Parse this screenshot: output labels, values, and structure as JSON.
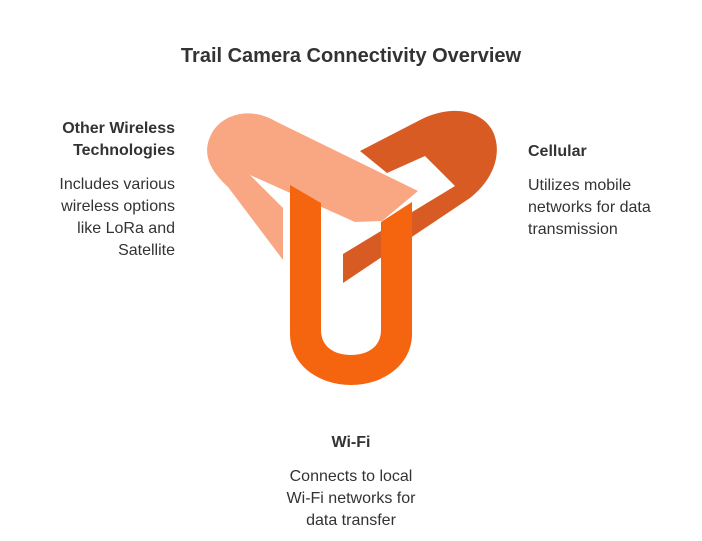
{
  "title": "Trail Camera Connectivity Overview",
  "colors": {
    "other_wireless": "#F9A783",
    "cellular": "#D85B23",
    "wifi": "#F5650F"
  },
  "segments": {
    "other_wireless": {
      "heading_lines": [
        "Other Wireless",
        "Technologies"
      ],
      "description_lines": [
        "Includes various",
        "wireless options",
        "like LoRa and",
        "Satellite"
      ]
    },
    "cellular": {
      "heading_lines": [
        "Cellular"
      ],
      "description_lines": [
        "Utilizes mobile",
        "networks for data",
        "transmission"
      ]
    },
    "wifi": {
      "heading_lines": [
        "Wi-Fi"
      ],
      "description_lines": [
        "Connects to local",
        "Wi-Fi networks for",
        "data transfer"
      ]
    }
  }
}
